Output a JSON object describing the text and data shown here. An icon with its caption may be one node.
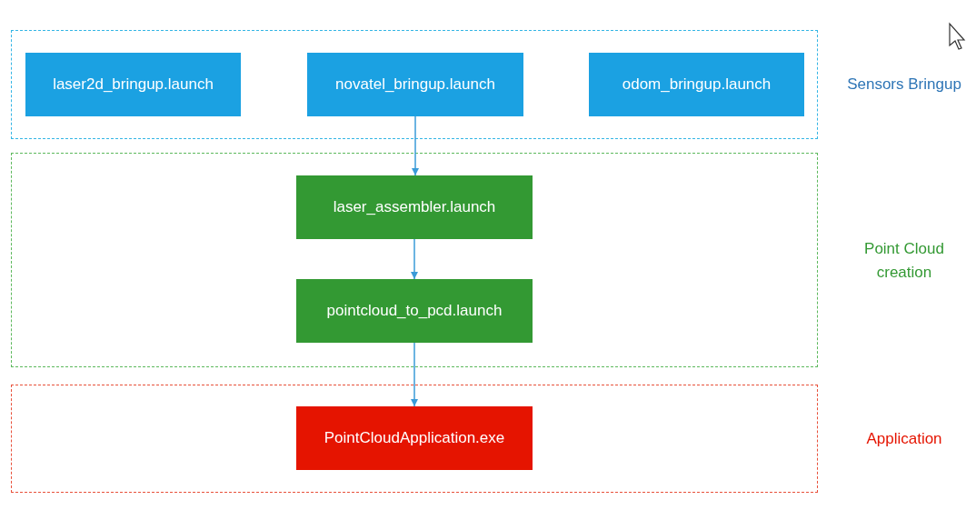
{
  "diagram": {
    "nodes": [
      {
        "text": [
          "Sensors Bringup"
        ]
      },
      {
        "text": [
          "laser2d_bringup.launch"
        ],
        "in": 0
      },
      {
        "text": [
          "novatel_bringup.launch"
        ],
        "in": 0
      },
      {
        "text": [
          "odom_bringup.launch"
        ],
        "in": 0
      },
      {
        "text": [
          "Point Cloud creation"
        ]
      },
      {
        "text": [
          "laser_assembler.launch"
        ],
        "in": 4
      },
      {
        "text": [
          "pointcloud_to_pcd.launch"
        ],
        "in": 4
      },
      {
        "text": [
          "Application"
        ]
      },
      {
        "text": [
          "PointCloudApplication.exe"
        ],
        "in": 7
      }
    ],
    "edges": [
      {
        "from": 2,
        "to": 5,
        "arrow": "to"
      },
      {
        "from": 5,
        "to": 6,
        "arrow": "to"
      },
      {
        "from": 6,
        "to": 8,
        "arrow": "to"
      }
    ]
  }
}
